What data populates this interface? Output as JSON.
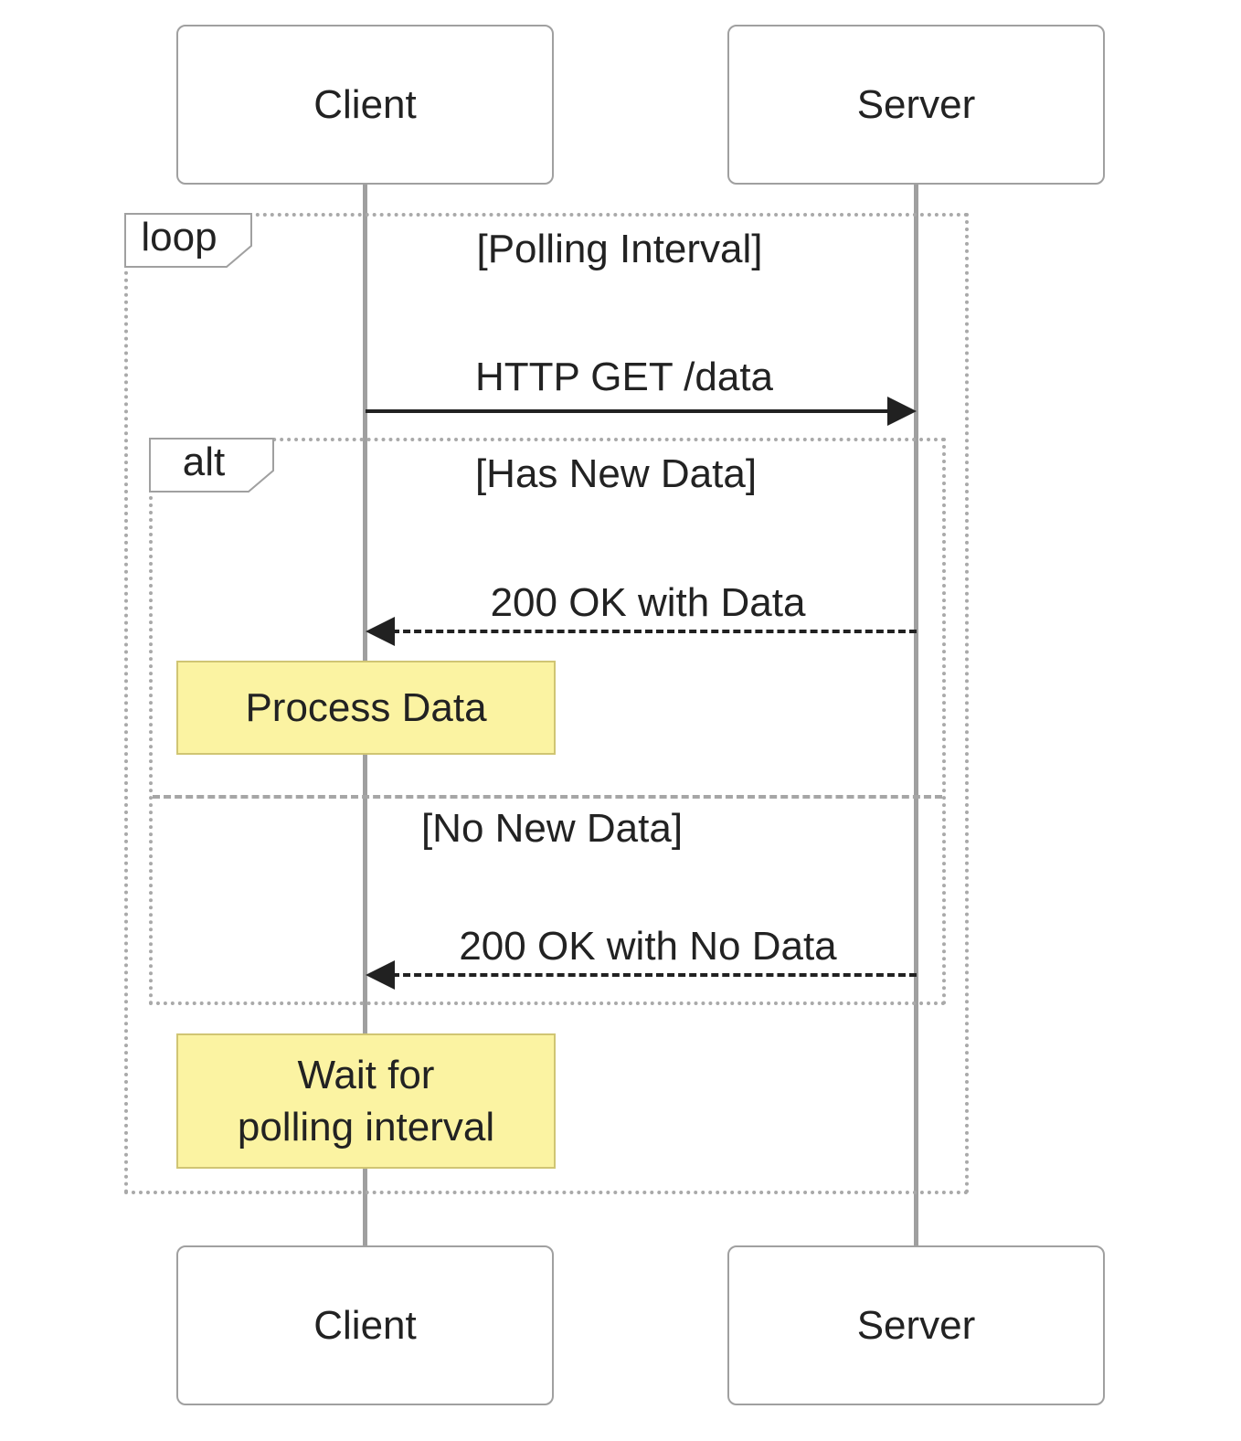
{
  "diagram_type": "sequence-diagram",
  "colors": {
    "background": "#ffffff",
    "actor_border": "#a0a0a0",
    "actor_fill": "#ffffff",
    "lifeline": "#9f9f9f",
    "frame_border": "#a9a9a9",
    "message_line": "#212121",
    "text": "#222222",
    "note_fill": "#fbf3a2",
    "note_border": "#d0c573"
  },
  "actors": [
    {
      "name": "Client"
    },
    {
      "name": "Server"
    }
  ],
  "loop_frame": {
    "operator": "loop",
    "guard": "[Polling Interval]"
  },
  "alt_frame": {
    "operator": "alt",
    "guard_has_data": "[Has New Data]",
    "guard_no_data": "[No New Data]"
  },
  "messages": [
    {
      "label": "HTTP GET /data",
      "from": "Client",
      "to": "Server",
      "line": "solid"
    },
    {
      "label": "200 OK with Data",
      "from": "Server",
      "to": "Client",
      "line": "dashed"
    },
    {
      "label": "200 OK with No Data",
      "from": "Server",
      "to": "Client",
      "line": "dashed"
    }
  ],
  "notes": [
    {
      "text": "Process Data",
      "anchor": "Client"
    },
    {
      "line1": "Wait for",
      "line2": "polling interval",
      "anchor": "Client"
    }
  ]
}
